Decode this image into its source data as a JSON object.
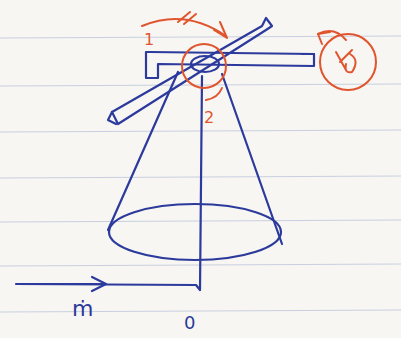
{
  "diagram": {
    "labels": [
      "1",
      "2",
      "ṁ",
      "0"
    ]
  }
}
